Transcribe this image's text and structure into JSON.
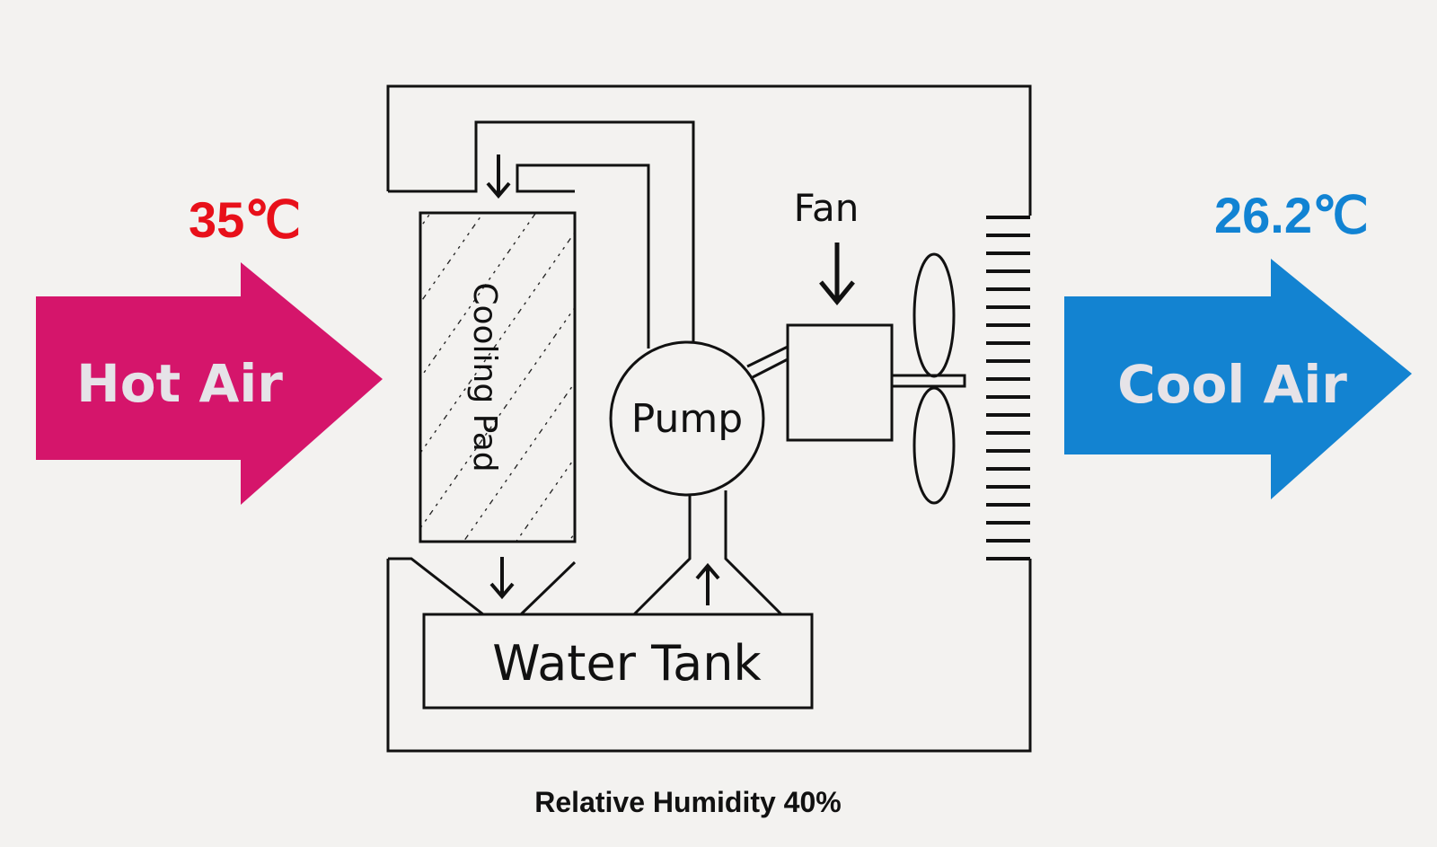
{
  "colors": {
    "hot": "#d5156b",
    "hot_temp": "#e8101a",
    "cool": "#1383d1",
    "cool_temp": "#1183d3",
    "line": "#111111",
    "background": "#f3f2f0"
  },
  "inlet": {
    "label": "Hot Air",
    "temperature": "35℃"
  },
  "outlet": {
    "label": "Cool Air",
    "temperature": "26.2℃"
  },
  "components": {
    "cooling_pad": "Cooling Pad",
    "pump": "Pump",
    "fan": "Fan",
    "water_tank": "Water Tank"
  },
  "caption": "Relative Humidity 40%"
}
